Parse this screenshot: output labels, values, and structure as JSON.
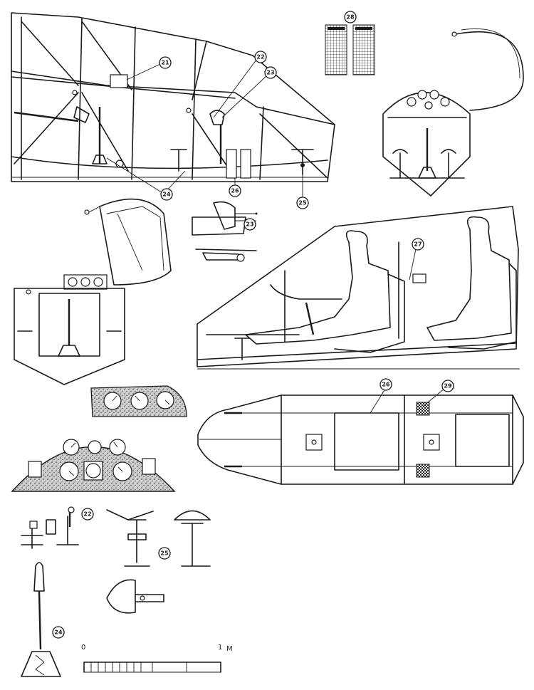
{
  "callouts": {
    "c21": "21",
    "c22": "22",
    "c23": "23",
    "c24": "24",
    "c25": "25",
    "c26": "26",
    "c27": "27",
    "c28": "28",
    "c29": "29"
  },
  "scale_bar": {
    "start_label": "0",
    "end_label": "1",
    "unit": "M"
  },
  "colors": {
    "ink": "#1a1a1a",
    "paper": "#ffffff"
  }
}
